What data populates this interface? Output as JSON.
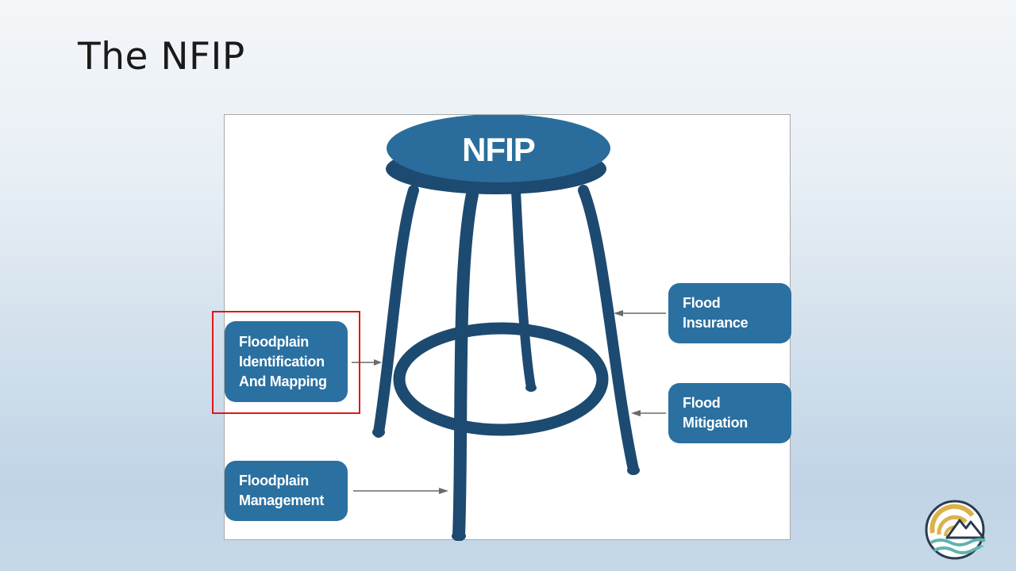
{
  "slide": {
    "title": "The NFIP"
  },
  "stool": {
    "seat_label": "NFIP"
  },
  "pillars": {
    "mapping": [
      "Floodplain",
      "Identification",
      "And Mapping"
    ],
    "management": [
      "Floodplain",
      "Management"
    ],
    "insurance": [
      "Flood",
      "Insurance"
    ],
    "mitigation": [
      "Flood",
      "Mitigation"
    ]
  },
  "colors": {
    "seat": "#2a6d9c",
    "legs": "#1d4a70",
    "pillar_box": "#2a70a1",
    "highlight": "#e0161b"
  },
  "logo": {
    "icon": "mountain-wave-sun-icon"
  }
}
